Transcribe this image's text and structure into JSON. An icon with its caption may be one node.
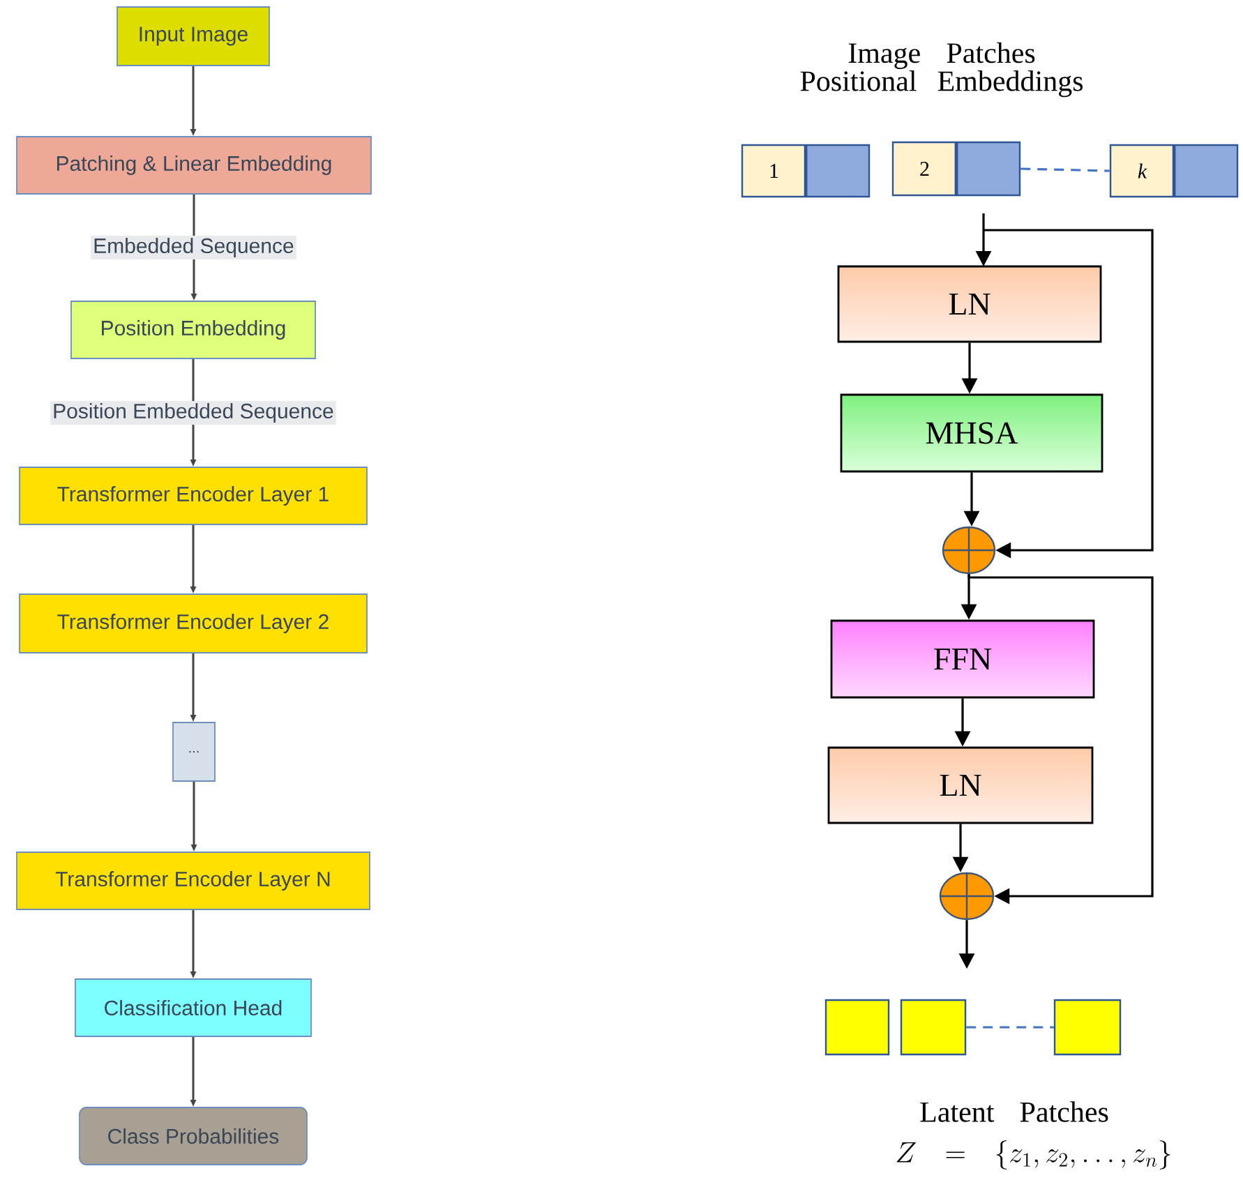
{
  "diagram": {
    "nodes": [
      {
        "text": [
          "Input Image"
        ]
      },
      {
        "text": [
          "Patching & Linear Embedding"
        ]
      },
      {
        "text": [
          "Position Embedding"
        ]
      },
      {
        "text": [
          "Transformer Encoder Layer 1"
        ]
      },
      {
        "text": [
          "Transformer Encoder Layer 2"
        ]
      },
      {
        "text": [
          "..."
        ]
      },
      {
        "text": [
          "Transformer Encoder Layer N"
        ]
      },
      {
        "text": [
          "Classification Head"
        ]
      },
      {
        "text": [
          "Class Probabilities"
        ]
      },
      {
        "text": [
          "1"
        ]
      },
      {
        "text": [
          "2"
        ]
      },
      {
        "text": [
          "k"
        ]
      },
      {
        "text": [
          "LN"
        ]
      },
      {
        "text": [
          "MHSA"
        ]
      },
      {
        "text": [],
        "shape": "circle"
      },
      {
        "text": [
          "FFN"
        ]
      },
      {
        "text": [
          "LN"
        ]
      },
      {
        "text": [],
        "shape": "circle"
      },
      {
        "text": [],
        "shape": "box"
      },
      {
        "text": [],
        "shape": "box"
      },
      {
        "text": [],
        "shape": "box"
      }
    ],
    "edges": [
      {
        "from": 0,
        "to": 1,
        "arrow": "to"
      },
      {
        "from": 1,
        "to": 2,
        "arrow": "to",
        "label": "Embedded Sequence"
      },
      {
        "from": 2,
        "to": 3,
        "arrow": "to",
        "label": "Position Embedded Sequence"
      },
      {
        "from": 3,
        "to": 4,
        "arrow": "to"
      },
      {
        "from": 4,
        "to": 5,
        "arrow": "to"
      },
      {
        "from": 5,
        "to": 6,
        "arrow": "to"
      },
      {
        "from": 6,
        "to": 7,
        "arrow": "to"
      },
      {
        "from": 7,
        "to": 8,
        "arrow": "to"
      },
      {
        "from": 10,
        "to": 11,
        "arrow": "none",
        "style": "dashed",
        "color": "#4472c4"
      },
      {
        "from": null,
        "to": 12,
        "arrow": "to"
      },
      {
        "from": null,
        "to": 14,
        "arrow": "to"
      },
      {
        "from": 12,
        "to": 13,
        "arrow": "to"
      },
      {
        "from": 13,
        "to": 14,
        "arrow": "to"
      },
      {
        "from": 14,
        "to": 15,
        "arrow": "to"
      },
      {
        "from": 14,
        "to": 17,
        "arrow": "to"
      },
      {
        "from": 15,
        "to": 16,
        "arrow": "to"
      },
      {
        "from": 16,
        "to": 17,
        "arrow": "to"
      },
      {
        "from": 17,
        "to": null,
        "arrow": "to"
      },
      {
        "from": 19,
        "to": 20,
        "arrow": "none",
        "style": "dashed",
        "color": "#4472c4"
      }
    ],
    "labels": [
      "Image Patches Positional Embeddings",
      "Latent Patches",
      "Z = \\{z_1, z_2, \\dots, z_n\\}"
    ]
  }
}
